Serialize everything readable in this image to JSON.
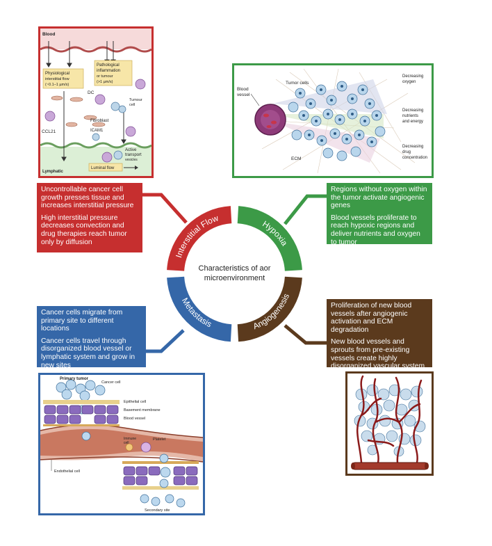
{
  "colors": {
    "interstitial": "#c62f2f",
    "hypoxia": "#3c9a47",
    "metastasis": "#3567a8",
    "angiogenesis": "#5b3a1d"
  },
  "center": {
    "title_line1": "Characteristics of aor",
    "title_line2": "microenvironment"
  },
  "segments": {
    "interstitial": "Interstitial Flow",
    "hypoxia": "Hypoxia",
    "metastasis": "Metastasis",
    "angiogenesis": "Angiogenesis"
  },
  "boxes": {
    "interstitial": {
      "p1": "Uncontrollable cancer cell growth presses tissue and increases interstitial pressure",
      "p2": "High interstitial pressure decreases convection and drug therapies reach tumor only by diffusion"
    },
    "hypoxia": {
      "p1": "Regions without oxygen within the tumor activate angiogenic genes",
      "p2": "Blood vessels proliferate to reach hypoxic regions and deliver nutrients and oxygen to tumor"
    },
    "metastasis": {
      "p1": "Cancer cells migrate from primary site to different locations",
      "p2": "Cancer cells travel through disorganized blood vessel or lymphatic system and grow in new sites"
    },
    "angiogenesis": {
      "p1": "Proliferation of new blood vessels after angiogenic activation and ECM degradation",
      "p2": "New blood vessels and sprouts from pre-existing vessels create highly disorganized vascular system"
    }
  },
  "panel_interstitial": {
    "blood": "Blood",
    "physio_1": "Physiological",
    "physio_2": "interstitial flow",
    "physio_3": "(~0.1–1 µm/s)",
    "patho_1": "Pathological",
    "patho_2": "inflammation",
    "patho_3": "or tumour",
    "patho_4": "(>1 µm/s)",
    "dc": "DC",
    "tumour_cell_1": "Tumour",
    "tumour_cell_2": "cell",
    "fibroblast": "Fibroblast",
    "ccl21": "CCL21",
    "icam1": "ICAM1",
    "active_1": "Active",
    "active_2": "transport",
    "active_3": "vesicles",
    "luminal": "Luminal flow",
    "lymphatic": "Lymphatic"
  },
  "panel_hypoxia": {
    "tumor_cells": "Tumor cells",
    "blood_vessel_1": "Blood",
    "blood_vessel_2": "vessel",
    "ecm": "ECM",
    "oxygen_1": "Decreasing",
    "oxygen_2": "oxygen",
    "nutrients_1": "Decreasing",
    "nutrients_2": "nutrients",
    "nutrients_3": "and energy",
    "drug_1": "Decreasing",
    "drug_2": "drug",
    "drug_3": "concentration"
  },
  "panel_metastasis": {
    "primary_tumor": "Primary tumor",
    "cancer_cell": "Cancer cell",
    "epithelial_cell": "Epithelial cell",
    "basement_membrane": "Basement membrane",
    "blood_vessel": "Blood vessel",
    "immune_cell_1": "Immune",
    "immune_cell_2": "cell",
    "platelet": "Platelet",
    "endothelial_cell": "Endothelial cell",
    "secondary_site": "Secondary site"
  }
}
